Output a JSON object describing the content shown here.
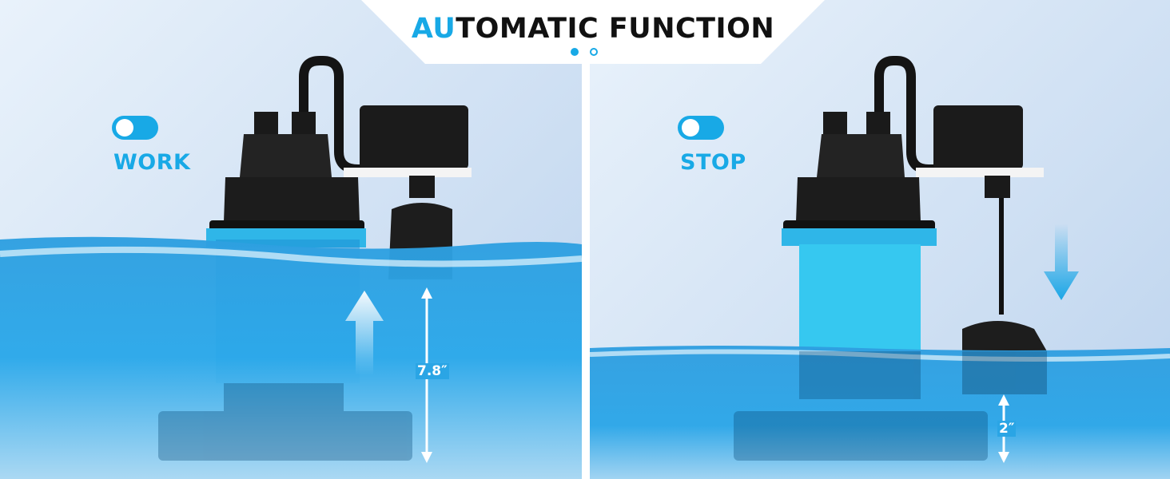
{
  "title": {
    "accent": "AU",
    "rest": "TOMATIC FUNCTION"
  },
  "carousel": {
    "active_index": 1,
    "count": 2
  },
  "left_panel": {
    "status_label": "WORK",
    "toggle_on": true,
    "measurement": "7.8″",
    "arrow": "up"
  },
  "right_panel": {
    "status_label": "STOP",
    "toggle_on": true,
    "measurement": "2″",
    "arrow": "down"
  },
  "colors": {
    "accent": "#18a9e6",
    "pump_body": "#35c6ee",
    "housing": "#1c1c1c",
    "water": "#1e93d8"
  }
}
